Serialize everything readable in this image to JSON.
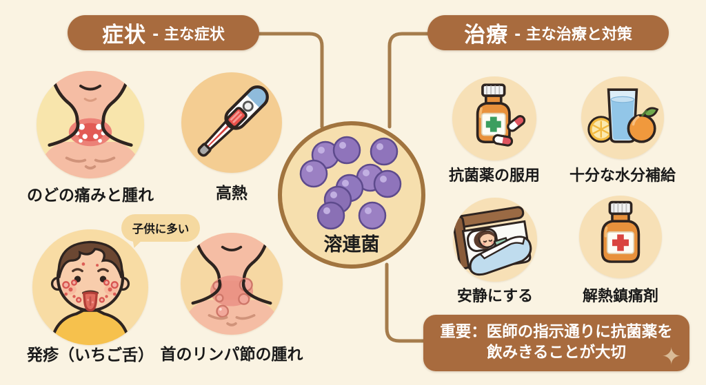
{
  "colors": {
    "background": "#FAF3E2",
    "banner_brown": "#A86B3E",
    "connector_brown": "#A57C4C",
    "bacteria_purple": "#9B80C3"
  },
  "symptoms": {
    "banner_title": "症状",
    "banner_subtitle": "- 主な症状",
    "items": [
      {
        "label": "のどの痛みと腫れ",
        "icon": "sore-throat-icon"
      },
      {
        "label": "高熱",
        "icon": "thermometer-icon"
      },
      {
        "label": "発疹（いちご舌）",
        "icon": "child-rash-icon",
        "callout": "子供に多い"
      },
      {
        "label": "首のリンパ節の腫れ",
        "icon": "lymph-node-icon"
      }
    ]
  },
  "treatments": {
    "banner_title": "治療",
    "banner_subtitle": "- 主な治療と対策",
    "items": [
      {
        "label": "抗菌薬の服用",
        "icon": "antibiotic-bottle-icon"
      },
      {
        "label": "十分な水分補給",
        "icon": "hydration-icon"
      },
      {
        "label": "安静にする",
        "icon": "rest-bed-icon"
      },
      {
        "label": "解熱鎮痛剤",
        "icon": "fever-medicine-icon"
      }
    ]
  },
  "center": {
    "label": "溶連菌",
    "icon": "bacteria-icon"
  },
  "note": {
    "line1": "重要：医師の指示通りに抗菌薬を",
    "line2": "飲みきることが大切",
    "sparkle_icon": "✦"
  }
}
